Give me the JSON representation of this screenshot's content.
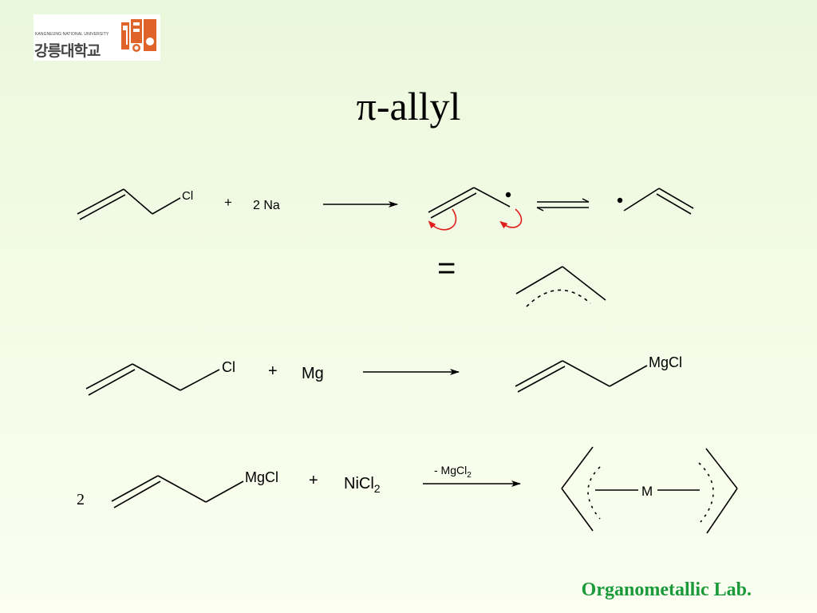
{
  "logo": {
    "university_en": "KANGNEUNG NATIONAL UNIVERSITY",
    "university_ko": "강릉대학교"
  },
  "title": "π-allyl",
  "scheme1": {
    "reactant_atom": "Cl",
    "plus": "+",
    "reagent": "2 Na",
    "equals": "="
  },
  "scheme2": {
    "reactant_atom": "Cl",
    "plus": "+",
    "reagent": "Mg",
    "product_group": "MgCl"
  },
  "scheme3": {
    "coefficient": "2",
    "reactant_group": "MgCl",
    "plus": "+",
    "reagent_base": "NiCl",
    "reagent_sub": "2",
    "arrow_label_base": "- MgCl",
    "arrow_label_sub": "2",
    "metal": "M"
  },
  "footer": "Organometallic Lab.",
  "colors": {
    "curved_arrow": "#e0201c",
    "footer_text": "#1a9a3a",
    "logo_mark": "#e0632a"
  }
}
